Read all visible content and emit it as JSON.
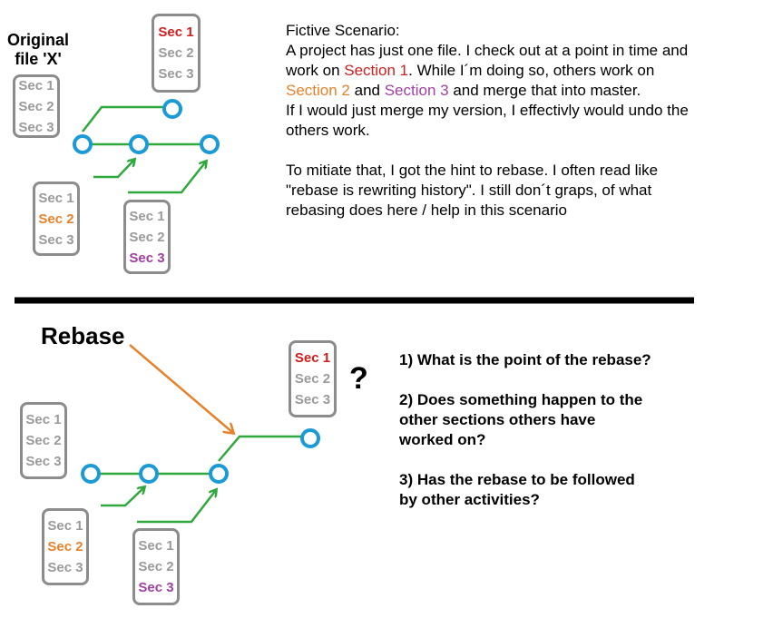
{
  "top": {
    "original_label_line1": "Original",
    "original_label_line2": "file 'X'",
    "boxes": {
      "original": [
        "Sec 1",
        "Sec 2",
        "Sec 3"
      ],
      "my_branch": [
        "Sec 1",
        "Sec 2",
        "Sec 3"
      ],
      "other_sec2": [
        "Sec 1",
        "Sec 2",
        "Sec 3"
      ],
      "other_sec3": [
        "Sec 1",
        "Sec 2",
        "Sec 3"
      ]
    }
  },
  "scenario": {
    "line1": "Fictive Scenario:",
    "line2": "A project has just one file. I check out at a point in time and",
    "line3_pre": "work on ",
    "line3_section1": "Section 1",
    "line3_post": ". While I´m doing so, others work on",
    "line4_section2": "Section 2",
    "line4_and": " and ",
    "line4_section3": "Section 3",
    "line4_post": " and merge that into master.",
    "line5": "If I would just merge my version, I effectivly would undo the",
    "line6": "others work.",
    "line7": "To mitiate that, I got the hint  to rebase. I often read like",
    "line8": "\"rebase is rewriting history\". I still don´t graps, of what",
    "line9": "rebasing does here / help in this scenario"
  },
  "bottom": {
    "rebase_label": "Rebase",
    "question_mark": "?",
    "boxes": {
      "original": [
        "Sec 1",
        "Sec 2",
        "Sec 3"
      ],
      "result": [
        "Sec 1",
        "Sec 2",
        "Sec 3"
      ],
      "other_sec2": [
        "Sec 1",
        "Sec 2",
        "Sec 3"
      ],
      "other_sec3": [
        "Sec 1",
        "Sec 2",
        "Sec 3"
      ]
    }
  },
  "questions": {
    "q1": "1) What is the point of the rebase?",
    "q2_line1": "2) Does something happen to the",
    "q2_line2": "other sections others have",
    "q2_line3": "worked on?",
    "q3_line1": "3) Has the rebase to be followed",
    "q3_line2": "by other activities?"
  },
  "colors": {
    "section1": "#d01d1d",
    "section2": "#e8822a",
    "section3": "#a03fa3",
    "branch_line": "#2fa83c",
    "commit_node": "#1a9ad6",
    "rebase_arrow": "#e8822a",
    "box_border": "#8c8c8c",
    "default_section_text": "#9a9a9a"
  }
}
